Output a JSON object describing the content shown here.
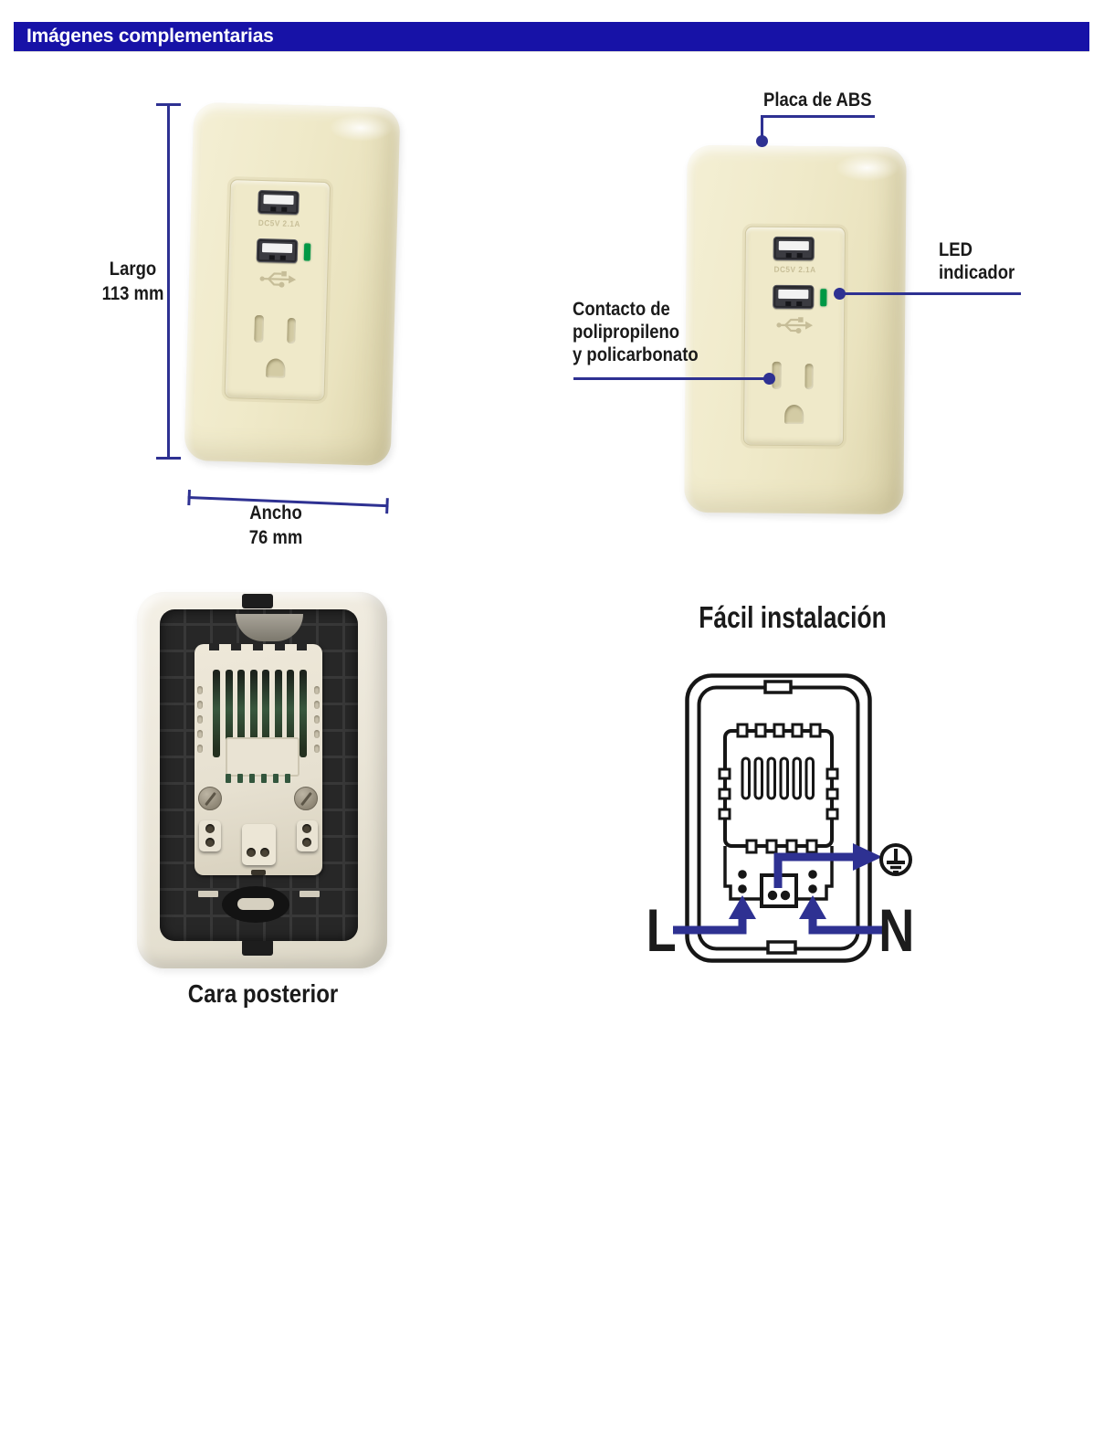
{
  "header": {
    "title": "Imágenes complementarias",
    "bg_color": "#1712a7",
    "text_color": "#ffffff"
  },
  "colors": {
    "accent_blue": "#2e3192",
    "led_green": "#009845",
    "plate_ivory": "#efe9c8",
    "outline_black": "#161616"
  },
  "front_view": {
    "dim_length": {
      "label": "Largo",
      "value": "113 mm"
    },
    "dim_width": {
      "label": "Ancho",
      "value": "76 mm"
    },
    "usb_rating": "DC5V 2.1A",
    "icons": {
      "usb_ports": "usb-port-icon",
      "usb_symbol": "usb-trident-icon",
      "led": "led-indicator"
    }
  },
  "annotated_view": {
    "usb_rating": "DC5V 2.1A",
    "callout_plate": {
      "label": "Placa de ABS"
    },
    "callout_led": {
      "line1": "LED",
      "line2": "indicador"
    },
    "callout_contact": {
      "line1": "Contacto de",
      "line2": "polipropileno",
      "line3": "y policarbonato"
    }
  },
  "back_view": {
    "caption": "Cara posterior"
  },
  "installation": {
    "title": "Fácil instalación",
    "line_label": "L",
    "neutral_label": "N",
    "ground_icon": "earth-ground-icon"
  }
}
